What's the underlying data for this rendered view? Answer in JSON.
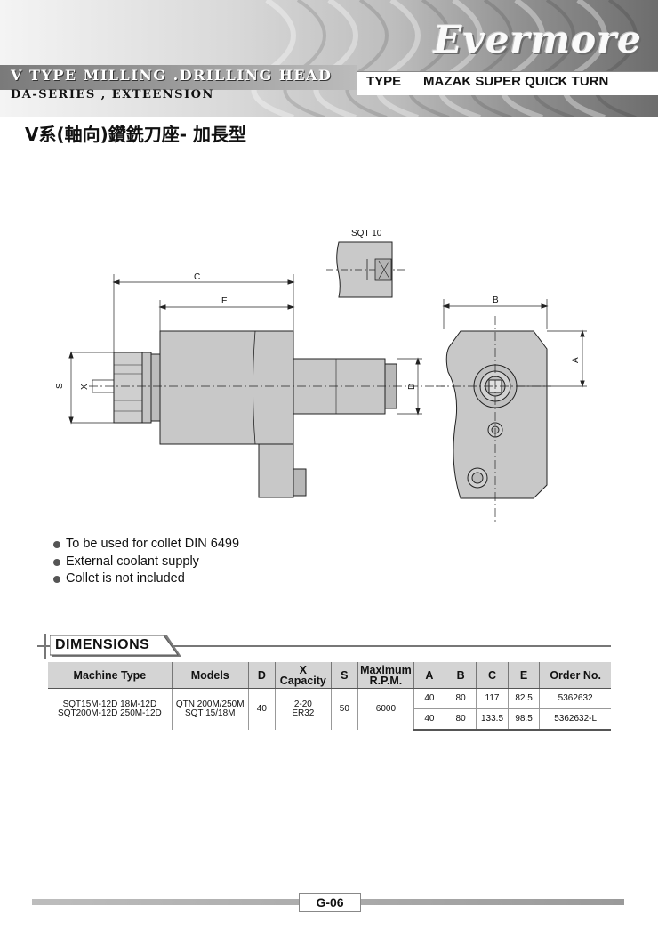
{
  "header": {
    "brand": "Evermore",
    "title_line1": "V TYPE  MILLING .DRILLING HEAD",
    "title_line2": "DA-SERIES , EXTEENSION",
    "type_label": "TYPE",
    "type_value": "MAZAK  SUPER QUICK TURN"
  },
  "chinese_title": "V系(軸向)鑽銑刀座- 加長型",
  "drawing": {
    "labels": {
      "sqt": "SQT 10",
      "c": "C",
      "e": "E",
      "b": "B",
      "a": "A",
      "d": "D",
      "s": "S",
      "x": "X"
    }
  },
  "notes": [
    "To be used for collet DIN 6499",
    "External coolant supply",
    "Collet is not included"
  ],
  "dimensions": {
    "heading": "DIMENSIONS",
    "columns": {
      "machine_type": "Machine Type",
      "models": "Models",
      "d": "D",
      "x_line1": "X",
      "x_line2": "Capacity",
      "s": "S",
      "rpm_line1": "Maximum",
      "rpm_line2": "R.P.M.",
      "a": "A",
      "b": "B",
      "c": "C",
      "e": "E",
      "order": "Order No."
    },
    "shared": {
      "machine_line1": "SQT15M-12D  18M-12D",
      "machine_line2": "SQT200M-12D  250M-12D",
      "models_line1": "QTN 200M/250M",
      "models_line2": "SQT 15/18M",
      "d": "40",
      "x_line1": "2-20",
      "x_line2": "ER32",
      "s": "50",
      "rpm": "6000"
    },
    "rows": [
      {
        "a": "40",
        "b": "80",
        "c": "117",
        "e": "82.5",
        "order": "5362632"
      },
      {
        "a": "40",
        "b": "80",
        "c": "133.5",
        "e": "98.5",
        "order": "5362632-L"
      }
    ]
  },
  "footer": {
    "page": "G-06"
  }
}
